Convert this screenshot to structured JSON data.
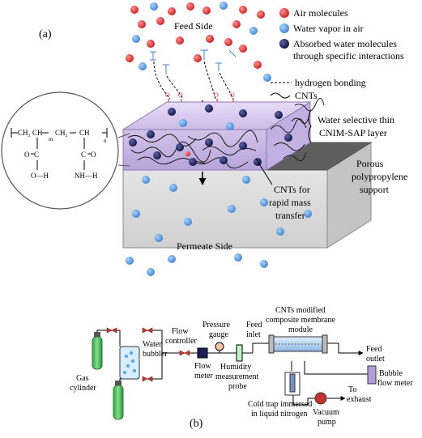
{
  "panel_a": {
    "label": "(a)",
    "feed_side": "Feed Side",
    "permeate_side": "Permeate Side",
    "legend": [
      {
        "text": "Air molecules",
        "color": "#d33a3a",
        "kind": "air"
      },
      {
        "text": "Water vapor in air",
        "color": "#4a8fd6",
        "kind": "water"
      },
      {
        "text": "Absorbed water molecules",
        "color": "#1a1f5c",
        "kind": "absorbed"
      },
      {
        "text": "through specific interactions",
        "kind": "none"
      }
    ],
    "hydrogen_bonding": "hydrogen bonding",
    "cnts": "CNTs",
    "thin_layer_1": "Water selective thin",
    "thin_layer_2": "CNIM-SAP layer",
    "porous_1": "Porous",
    "porous_2": "polypropylene",
    "porous_3": "support",
    "cnt_mass_1": "CNTs for",
    "cnt_mass_2": "rapid mass",
    "cnt_mass_3": "transfer",
    "formula": {
      "ch2_1": "CH₂",
      "ch_1": "CH",
      "ch2_2": "CH₂",
      "ch_2": "CH",
      "m": "m",
      "n": "n",
      "c1": "C",
      "o1": "O",
      "oh": "O—H",
      "c2": "C",
      "o2": "O",
      "nh": "NH—H"
    }
  },
  "panel_b": {
    "label": "(b)",
    "labels": {
      "gas1": "Gas",
      "gas2": "cylinder",
      "bub1": "Water",
      "bub2": "bubbler",
      "fc1": "Flow",
      "fc2": "controller",
      "fm1": "Flow",
      "fm2": "meter",
      "pg1": "Pressure",
      "pg2": "gauge",
      "hp1": "Humidity",
      "hp2": "measurement",
      "hp3": "probe",
      "fi1": "Feed",
      "fi2": "inlet",
      "mod1": "CNTs modified",
      "mod2": "composite membrane",
      "mod3": "module",
      "fo1": "Feed",
      "fo2": "outlet",
      "bfm1": "Bubble",
      "bfm2": "flow meter",
      "ct1": "Cold trap immersed",
      "ct2": "in liquid nitrogen",
      "ex1": "To",
      "ex2": "exhaust",
      "vp1": "Vacuum",
      "vp2": "pump"
    }
  }
}
